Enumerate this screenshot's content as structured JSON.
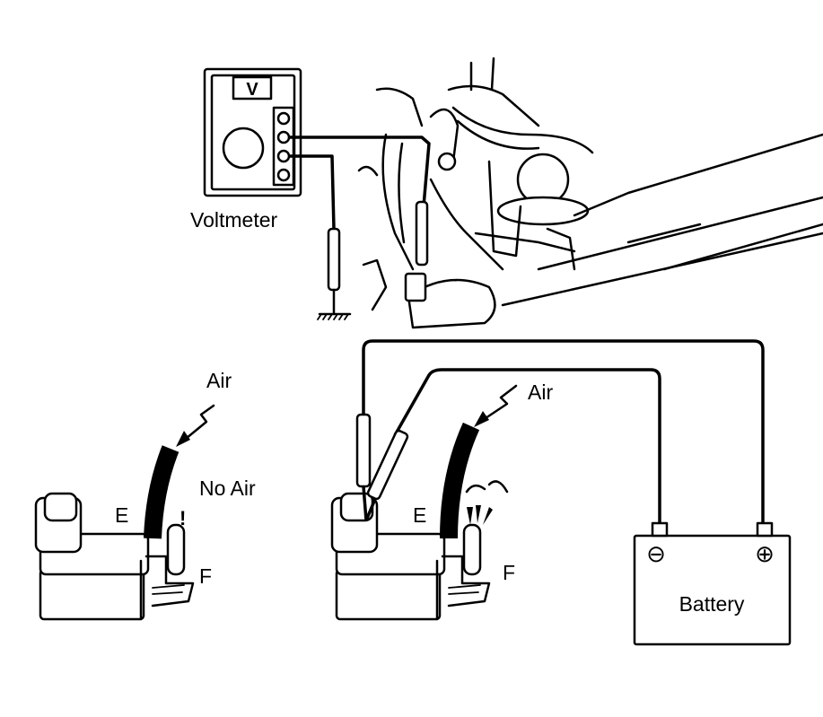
{
  "voltmeter": {
    "display_label": "V",
    "caption": "Voltmeter"
  },
  "left_valve": {
    "air_label": "Air",
    "no_air_label": "No Air",
    "port_e": "E",
    "port_f": "F"
  },
  "right_valve": {
    "air_label": "Air",
    "port_e": "E",
    "port_f": "F"
  },
  "battery": {
    "label": "Battery",
    "negative_symbol": "⊖",
    "positive_symbol": "⊕"
  },
  "colors": {
    "ink": "#000000",
    "paper": "#ffffff"
  }
}
